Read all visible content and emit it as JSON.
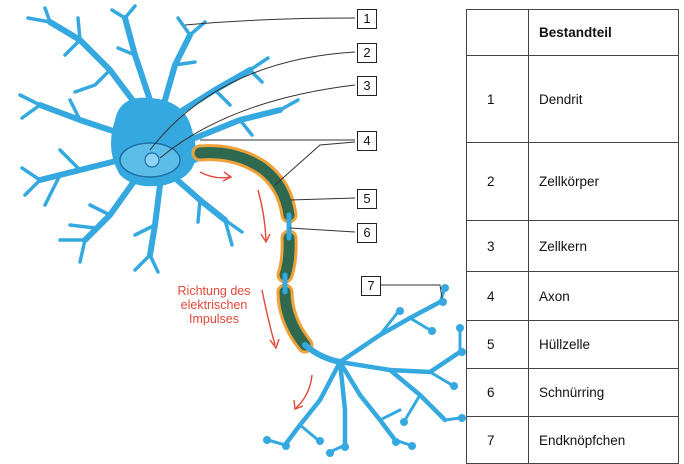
{
  "colors": {
    "neuron": "#35a9df",
    "nucleus": "#2c8dc8",
    "axon_segment": "#2f6a50",
    "myelin_edge": "#f0a23a",
    "impulse": "#e0483a",
    "line": "#333333"
  },
  "callouts": [
    {
      "number": "1"
    },
    {
      "number": "2"
    },
    {
      "number": "3"
    },
    {
      "number": "4"
    },
    {
      "number": "5"
    },
    {
      "number": "6"
    },
    {
      "number": "7"
    }
  ],
  "impulse_label": [
    "Richtung des",
    "elektrischen",
    "Impulses"
  ],
  "table": {
    "header": {
      "number": "",
      "name": "Bestandteil"
    },
    "rows": [
      {
        "number": "1",
        "name": "Dendrit"
      },
      {
        "number": "2",
        "name": "Zellkörper"
      },
      {
        "number": "3",
        "name": "Zellkern"
      },
      {
        "number": "4",
        "name": "Axon"
      },
      {
        "number": "5",
        "name": "Hüllzelle"
      },
      {
        "number": "6",
        "name": "Schnürring"
      },
      {
        "number": "7",
        "name": "Endknöpfchen"
      }
    ]
  }
}
